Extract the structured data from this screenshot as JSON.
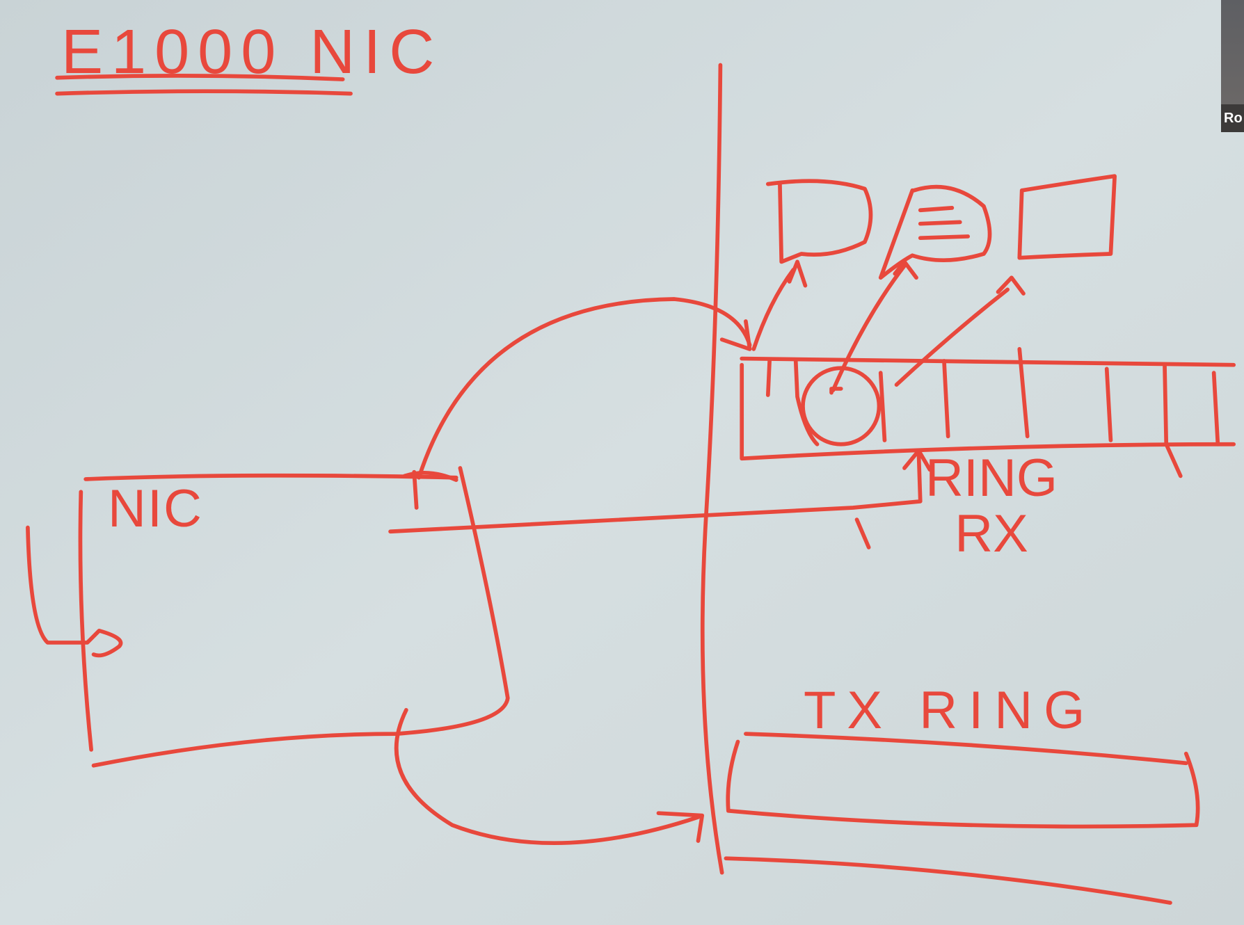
{
  "title": "E1000 NIC",
  "labels": {
    "nic": "NIC",
    "rx_ring": "RING RX",
    "tx_ring": "TX RING"
  },
  "participant": {
    "name": "Ro"
  },
  "ink_color": "#e8483c"
}
